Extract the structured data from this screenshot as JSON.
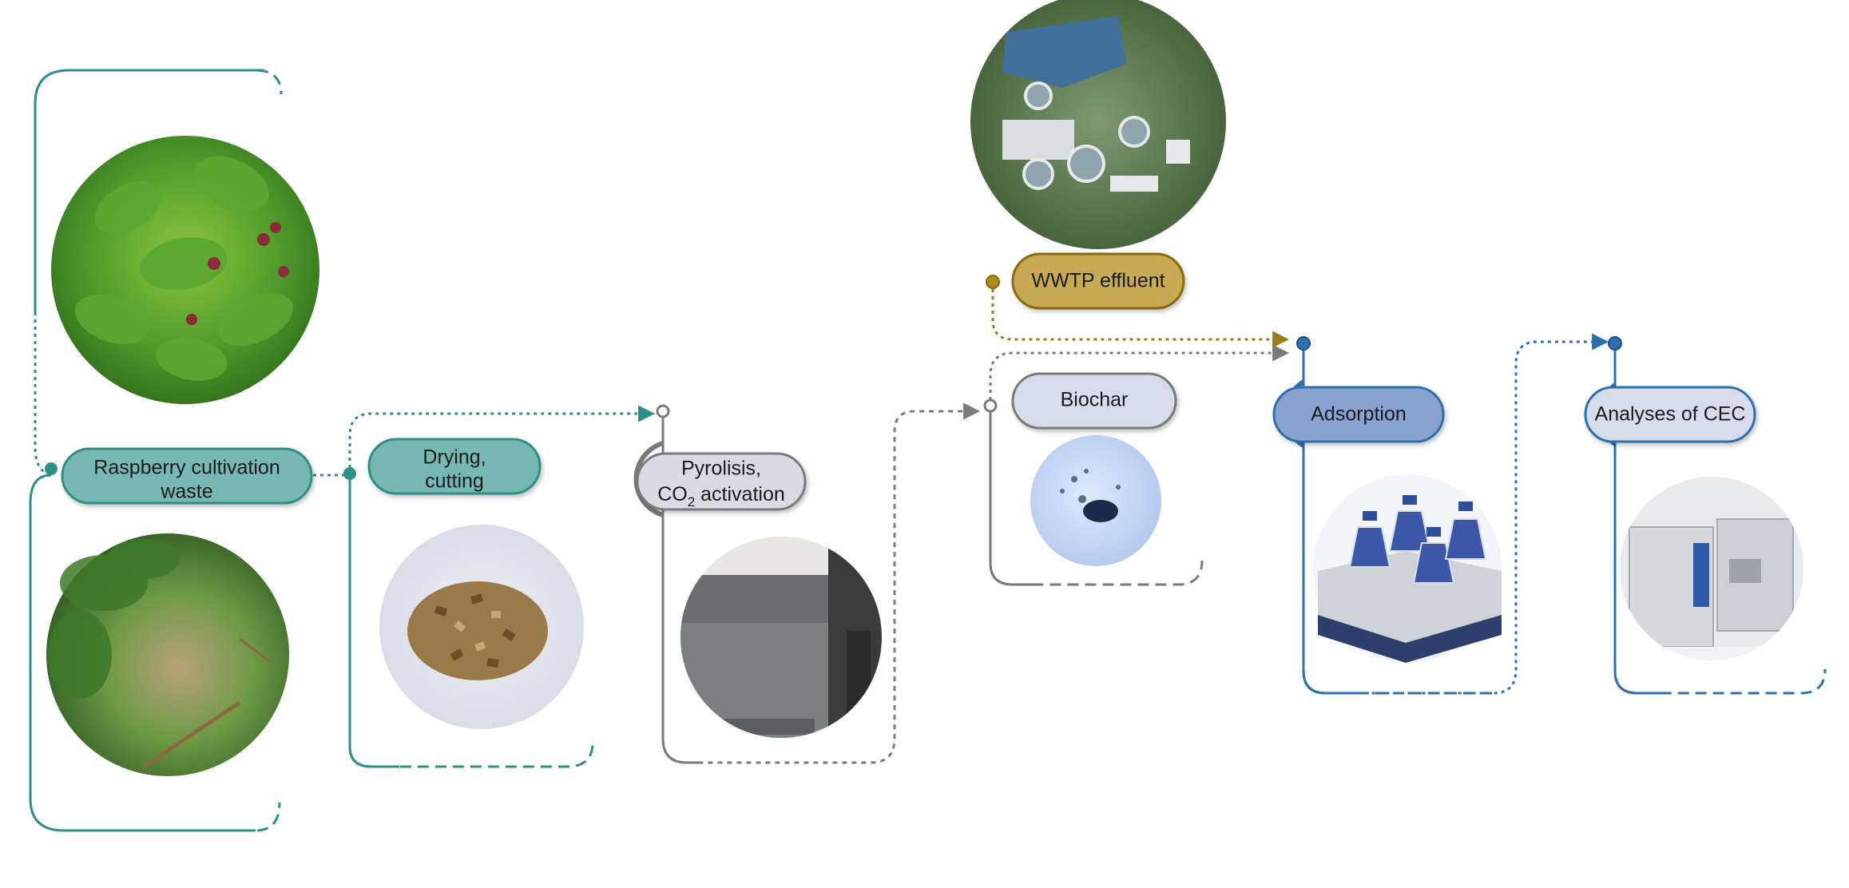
{
  "colors": {
    "teal": "#2e8f86",
    "teal_fill": "#77b8b2",
    "gray": "#7a7a7a",
    "gray_fill": "#d9dbe3",
    "gold": "#b08a1c",
    "gold_fill": "#c8aa55",
    "blue": "#2f6fae",
    "blue_fill": "#8aa2d0",
    "pale_fill": "#d8dcea"
  },
  "nodes": {
    "raspberry": {
      "line1": "Raspberry cultivation",
      "line2": "waste"
    },
    "drying": {
      "line1": "Drying,",
      "line2": "cutting"
    },
    "pyrolysis": {
      "line1": "Pyrolisis,",
      "line2_prefix": "CO",
      "line2_sub": "2",
      "line2_suffix": " activation"
    },
    "wwtp": {
      "label": "WWTP effluent"
    },
    "biochar": {
      "label": "Biochar"
    },
    "adsorption": {
      "label": "Adsorption"
    },
    "cec": {
      "label": "Analyses of CEC"
    }
  },
  "photos": {
    "raspberry_plant": "raspberry-plant-photo",
    "field_waste": "field-waste-photo",
    "wood_chips": "wood-chips-photo",
    "furnace": "furnace-photo",
    "wwtp_aerial": "wwtp-aerial-photo",
    "biochar_powder": "biochar-powder-photo",
    "shaker_flasks": "shaker-flasks-photo",
    "analyzer": "analyzer-instrument-photo"
  }
}
